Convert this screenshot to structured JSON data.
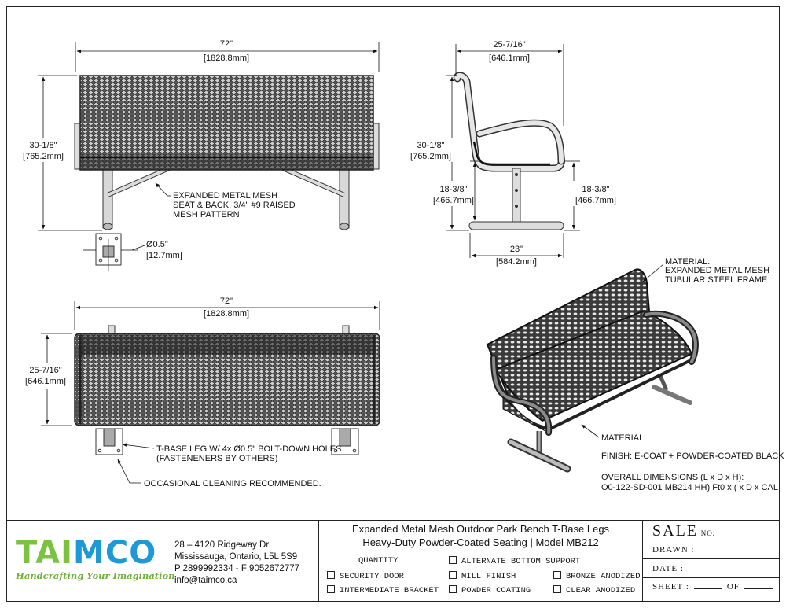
{
  "front_view": {
    "width_dim": "72\"",
    "width_dim_mm": "[1828.8mm]",
    "height_dim": "30-1/8\"",
    "height_dim_mm": "[765.2mm]",
    "mesh_note_1": "EXPANDED METAL MESH",
    "mesh_note_2": "SEAT & BACK, 3/4\" #9 RAISED",
    "mesh_note_3": "MESH PATTERN",
    "hole_dim": "Ø0.5\"",
    "hole_dim_mm": "[12.7mm]"
  },
  "side_view": {
    "depth_dim": "25-7/16\"",
    "depth_dim_mm": "[646.1mm]",
    "height_dim": "30-1/8\"",
    "height_dim_mm": "[765.2mm]",
    "seat_height_left": "18-3/8\"",
    "seat_height_left_mm": "[466.7mm]",
    "seat_height_right": "18-3/8\"",
    "seat_height_right_mm": "[466.7mm]",
    "base_dim": "23\"",
    "base_dim_mm": "[584.2mm]"
  },
  "top_view": {
    "width_dim": "72\"",
    "width_dim_mm": "[1828.8mm]",
    "depth_dim": "25-7/16\"",
    "depth_dim_mm": "[646.1mm]",
    "leg_note_1": "T-BASE LEG W/ 4x Ø0.5\" BOLT-DOWN HOLES",
    "leg_note_2": "(FASTENENERS BY OTHERS)",
    "cleaning_note": "OCCASIONAL CLEANING RECOMMENDED."
  },
  "iso_view": {
    "material_note_1": "MATERIAL:",
    "material_note_2": "EXPANDED METAL MESH",
    "material_note_3": "TUBULAR STEEL FRAME",
    "material_label": "MATERIAL",
    "finish": "FINISH: E-COAT + POWDER-COATED BLACK",
    "overall_label": "OVERALL DIMENSIONS (L x D x H):",
    "overall_value": "O0-122-SD-001 MB214 HH) Ft0 x ( x D x CAL"
  },
  "title_block": {
    "logo_part1": "TAI",
    "logo_part2": "M",
    "logo_part3": "CO",
    "tagline": "Handcrafting Your Imagination",
    "address_1": "28 – 4120 Ridgeway Dr",
    "address_2": "Mississauga, Ontario, L5L 5S9",
    "phone": "P 2899992334 - F 9052672777",
    "email": "info@taimco.ca",
    "title_1": "Expanded Metal Mesh Outdoor Park Bench T-Base Legs",
    "title_2": "Heavy-Duty Powder-Coated Seating | Model MB212",
    "quantity": "QUANTITY",
    "opt_security": "SECURITY DOOR",
    "opt_intermediate": "INTERMEDIATE BRACKET",
    "opt_alternate": "ALTERNATE BOTTOM SUPPORT",
    "opt_mill": "MILL FINISH",
    "opt_powder": "POWDER COATING",
    "opt_bronze": "BRONZE ANODIZED",
    "opt_clear": "CLEAR ANODIZED",
    "sale": "SALE",
    "sale_no": "NO.",
    "drawn": "DRAWN :",
    "date": "DATE :",
    "sheet": "SHEET :",
    "of": "OF"
  }
}
